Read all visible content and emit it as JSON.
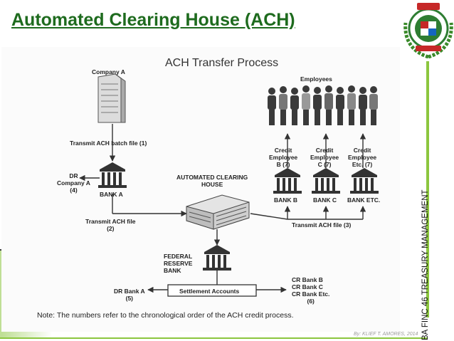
{
  "slide": {
    "title": "Automated Clearing House (ACH)",
    "side_label": "BA FINC 46 TREASURY MANAGEMENT",
    "footer_credit": "By: KLIEF T. AMORES, 2014"
  },
  "diagram": {
    "title": "ACH Transfer Process",
    "nodes": {
      "company_a": "Company A",
      "employees": "Employees",
      "bank_a": "BANK A",
      "ach_house": [
        "AUTOMATED CLEARING",
        "HOUSE"
      ],
      "bank_b": "BANK B",
      "bank_c": "BANK C",
      "bank_etc": "BANK ETC.",
      "federal_reserve": [
        "FEDERAL",
        "RESERVE",
        "BANK"
      ],
      "settlement": "Settlement Accounts"
    },
    "steps": {
      "step1": "Transmit ACH batch file (1)",
      "step2": [
        "Transmit ACH file",
        "(2)"
      ],
      "step3": "Transmit ACH file (3)",
      "step4": [
        "DR",
        "Company A",
        "(4)"
      ],
      "step5": [
        "DR Bank A",
        "(5)"
      ],
      "step6": [
        "CR Bank B",
        "CR Bank C",
        "CR Bank Etc.",
        "(6)"
      ],
      "step7_b": [
        "Credit",
        "Employee",
        "B (7)"
      ],
      "step7_c": [
        "Credit",
        "Employee",
        "C (7)"
      ],
      "step7_etc": [
        "Credit",
        "Employee",
        "Etc. (7)"
      ]
    },
    "note": "Note: The numbers refer to the chronological order of the ACH credit process."
  },
  "colors": {
    "title_green": "#1e6b1e",
    "accent_green": "#8cc63f"
  }
}
